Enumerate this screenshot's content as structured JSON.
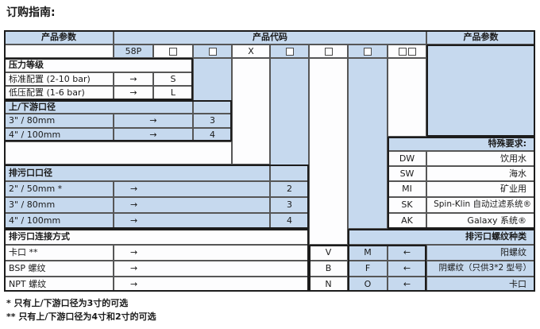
{
  "title": "订购指南:",
  "header": {
    "left": "产品参数",
    "center": "产品代码",
    "right": "产品参数"
  },
  "code_row": {
    "model": "58P",
    "separator": "X"
  },
  "sections": {
    "pressure": {
      "title": "压力等级",
      "rows": [
        {
          "label": "标准配置 (2-10 bar)",
          "arrow": "→",
          "code": "S"
        },
        {
          "label": "低压配置 (1-6 bar)",
          "arrow": "→",
          "code": "L"
        }
      ]
    },
    "upstream": {
      "title": "上/下游口径",
      "rows": [
        {
          "label": "3\" / 80mm",
          "arrow": "→",
          "code": "3"
        },
        {
          "label": "4\" / 100mm",
          "arrow": "→",
          "code": "4"
        }
      ]
    },
    "drain": {
      "title": "排污口口径",
      "rows": [
        {
          "label": "2\" / 50mm *",
          "arrow": "→",
          "code": "2"
        },
        {
          "label": "3\" / 80mm",
          "arrow": "→",
          "code": "3"
        },
        {
          "label": "4\" / 100mm",
          "arrow": "→",
          "code": "4"
        }
      ]
    },
    "connection": {
      "title": "排污口连接方式",
      "rows": [
        {
          "label": "卡口 **",
          "arrow": "→",
          "code_male": "V",
          "code_female": "M",
          "back_arrow": "←",
          "thread": "阳螺纹"
        },
        {
          "label": "BSP 螺纹",
          "arrow": "→",
          "code_male": "B",
          "code_female": "F",
          "back_arrow": "←",
          "thread": "阴螺纹（只供3*2 型号）"
        },
        {
          "label": "NPT 螺纹",
          "arrow": "→",
          "code_male": "N",
          "code_female": "O",
          "back_arrow": "←",
          "thread": "卡口"
        }
      ]
    },
    "special": {
      "title": "特殊要求:",
      "rows": [
        {
          "code": "DW",
          "label": "饮用水"
        },
        {
          "code": "SW",
          "label": "海水"
        },
        {
          "code": "MI",
          "label": "矿业用"
        },
        {
          "code": "SK",
          "label": "Spin-Klin 自动过滤系统®"
        },
        {
          "code": "AK",
          "label": "Galaxy 系统®"
        }
      ]
    },
    "thread_type": {
      "title": "排污口螺纹种类"
    }
  },
  "footnotes": [
    "*  只有上/下游口径为3寸的可选",
    "** 只有上/下游口径为4寸和2寸的可选"
  ],
  "colors": {
    "cell_blue": "#c6d9ee",
    "border": "#565656",
    "outline": "#1c1c1c"
  }
}
